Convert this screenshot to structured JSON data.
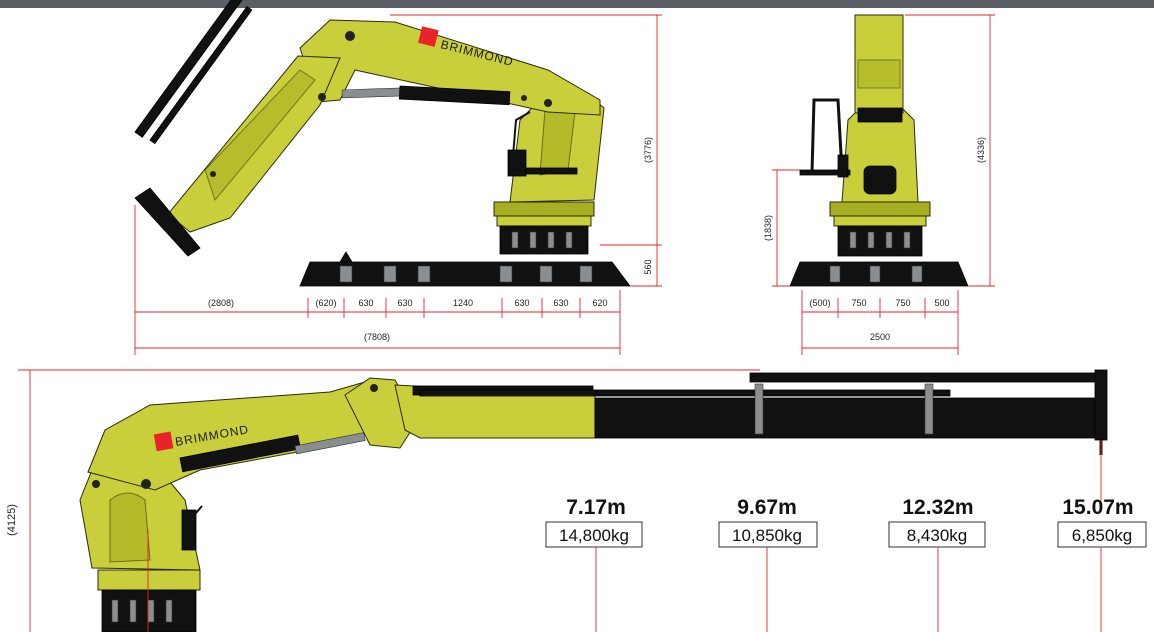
{
  "brand": "BRIMMOND",
  "side_view": {
    "height_total": "(3776)",
    "base_height": "560",
    "dims": [
      "(2808)",
      "(620)",
      "630",
      "630",
      "1240",
      "630",
      "630",
      "620"
    ],
    "overall": "(7808)"
  },
  "front_view": {
    "height_total": "(4336)",
    "left_height": "(1838)",
    "dims": [
      "(500)",
      "750",
      "750",
      "500"
    ],
    "overall": "2500"
  },
  "reach_view": {
    "height": "(4125)",
    "points": [
      {
        "reach": "7.17m",
        "load": "14,800kg"
      },
      {
        "reach": "9.67m",
        "load": "10,850kg"
      },
      {
        "reach": "12.32m",
        "load": "8,430kg"
      },
      {
        "reach": "15.07m",
        "load": "6,850kg"
      }
    ]
  },
  "colors": {
    "crane_body": "#c9cf3a",
    "dimension_line": "#e8232a",
    "top_bar": "#5a5f66"
  }
}
